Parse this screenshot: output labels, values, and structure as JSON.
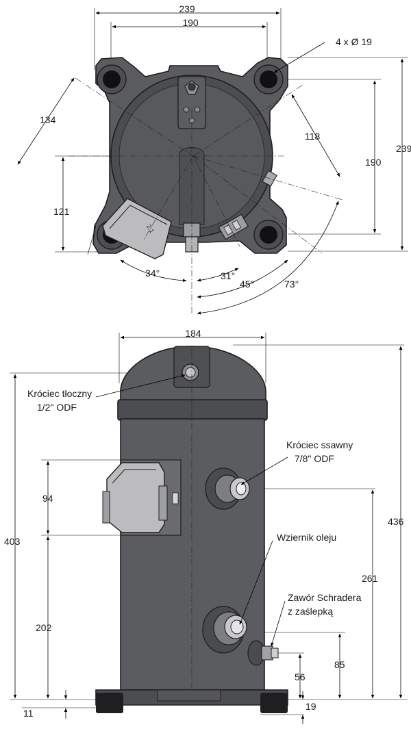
{
  "top_view": {
    "dim_overall_width": "239",
    "dim_bolt_spacing_x": "190",
    "dim_bolt_holes": "4 x Ø 19",
    "dim_diagonal_left": "134",
    "dim_diagonal_right": "118",
    "dim_bolt_spacing_y": "190",
    "dim_overall_depth": "239",
    "dim_left_offset": "121",
    "angle_34": "34°",
    "angle_31": "31°",
    "angle_45": "45°",
    "angle_73": "73°",
    "label_box_text": "2.1"
  },
  "side_view": {
    "dim_body_diameter": "184",
    "discharge_label_line1": "Króciec tłoczny",
    "discharge_label_line2": "1/2\" ODF",
    "suction_label_line1": "Króciec ssawny",
    "suction_label_line2": "7/8\" ODF",
    "sight_glass_label": "Wziernik oleju",
    "schrader_label_line1": "Zawór Schradera",
    "schrader_label_line2": "z zaślepką",
    "dim_terminal_box_height": "94",
    "dim_discharge_height": "403",
    "dim_terminal_box_base": "202",
    "dim_overall_height": "436",
    "dim_suction_height": "261",
    "dim_schrader_height": "85",
    "dim_sight_glass_height": "56",
    "dim_foot_height_left": "11",
    "dim_foot_height_right": "19"
  },
  "colors": {
    "body": "#5b5c60",
    "body_dark": "#4c4d51",
    "terminal_box": "#bcbcbe",
    "feet": "#1f1f21"
  }
}
